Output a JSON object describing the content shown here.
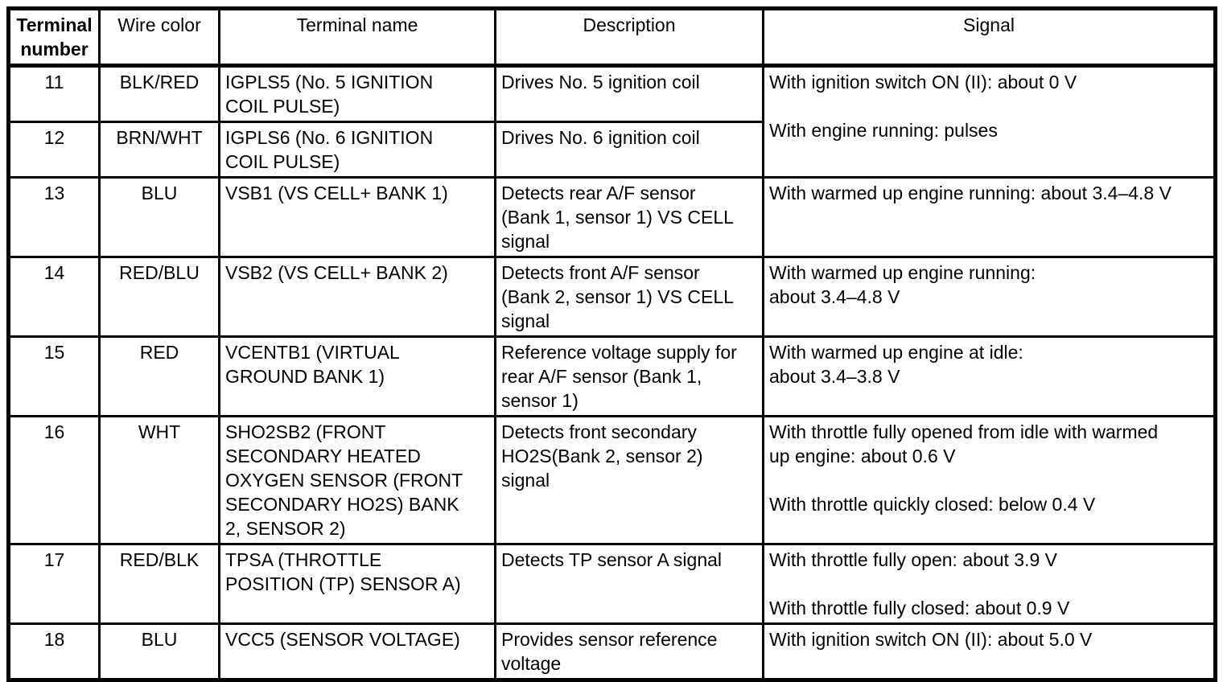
{
  "colors": {
    "background": "#ffffff",
    "text": "#000000",
    "border": "#000000"
  },
  "table": {
    "headers": {
      "terminal_number": "Terminal\nnumber",
      "wire_color": "Wire color",
      "terminal_name": "Terminal name",
      "description": "Description",
      "signal": "Signal"
    },
    "rows": [
      {
        "terminal": "11",
        "wire_color": "BLK/RED",
        "terminal_name": "IGPLS5 (No. 5 IGNITION\nCOIL PULSE)",
        "description": "Drives No. 5 ignition coil",
        "signal": "With ignition switch ON (II): about 0 V\n\nWith engine running: pulses",
        "signal_rowspan": 2
      },
      {
        "terminal": "12",
        "wire_color": "BRN/WHT",
        "terminal_name": "IGPLS6 (No. 6 IGNITION\nCOIL PULSE)",
        "description": "Drives No. 6 ignition coil",
        "signal_merged_with_above": true
      },
      {
        "terminal": "13",
        "wire_color": "BLU",
        "terminal_name": "VSB1 (VS CELL+ BANK 1)",
        "description": "Detects rear A/F sensor\n(Bank 1, sensor 1) VS CELL\nsignal",
        "signal": "With warmed up engine running: about 3.4–4.8 V"
      },
      {
        "terminal": "14",
        "wire_color": "RED/BLU",
        "terminal_name": "VSB2 (VS CELL+ BANK 2)",
        "description": "Detects front A/F sensor\n(Bank 2, sensor 1) VS CELL\nsignal",
        "signal": "With warmed up engine running:\nabout 3.4–4.8 V"
      },
      {
        "terminal": "15",
        "wire_color": "RED",
        "terminal_name": "VCENTB1 (VIRTUAL\nGROUND BANK 1)",
        "description": "Reference voltage supply for\nrear A/F sensor (Bank 1,\nsensor 1)",
        "signal": "With warmed up engine at idle:\nabout 3.4–3.8 V"
      },
      {
        "terminal": "16",
        "wire_color": "WHT",
        "terminal_name": "SHO2SB2 (FRONT\nSECONDARY HEATED\nOXYGEN SENSOR (FRONT\nSECONDARY HO2S) BANK\n2, SENSOR 2)",
        "description": "Detects front secondary\nHO2S(Bank 2, sensor 2)\nsignal",
        "signal": "With throttle fully opened from idle with warmed\nup engine: about 0.6 V\n\nWith throttle quickly closed: below 0.4 V"
      },
      {
        "terminal": "17",
        "wire_color": "RED/BLK",
        "terminal_name": "TPSA (THROTTLE\nPOSITION (TP) SENSOR A)",
        "description": "Detects TP sensor A signal",
        "signal": "With throttle fully open: about 3.9 V\n\nWith throttle fully closed: about 0.9 V"
      },
      {
        "terminal": "18",
        "wire_color": "BLU",
        "terminal_name": "VCC5 (SENSOR VOLTAGE)",
        "description": "Provides sensor reference\nvoltage",
        "signal": "With ignition switch ON (II): about 5.0 V"
      }
    ]
  }
}
